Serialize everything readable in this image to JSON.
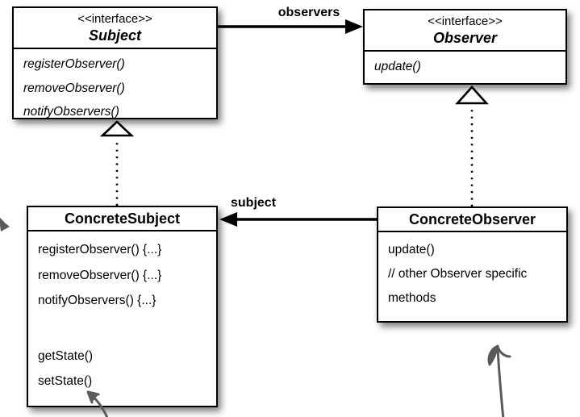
{
  "diagram": {
    "subject": {
      "stereotype": "<<interface>>",
      "name": "Subject",
      "methods": [
        "registerObserver()",
        "removeObserver()",
        "notifyObservers()"
      ]
    },
    "observer": {
      "stereotype": "<<interface>>",
      "name": "Observer",
      "methods": [
        "update()"
      ]
    },
    "concrete_subject": {
      "name": "ConcreteSubject",
      "methods": [
        "registerObserver() {...}",
        "removeObserver() {...}",
        "notifyObservers() {...}",
        "getState()",
        "setState()"
      ]
    },
    "concrete_observer": {
      "name": "ConcreteObserver",
      "methods": [
        "update()",
        "// other Observer specific",
        "methods"
      ]
    },
    "relationships": {
      "observers_label": "observers",
      "subject_label": "subject"
    },
    "colors": {
      "box_border": "#000000",
      "box_fill": "#ffffff",
      "arrow": "#000000",
      "annotation_arrow": "#5a5a5a"
    }
  }
}
